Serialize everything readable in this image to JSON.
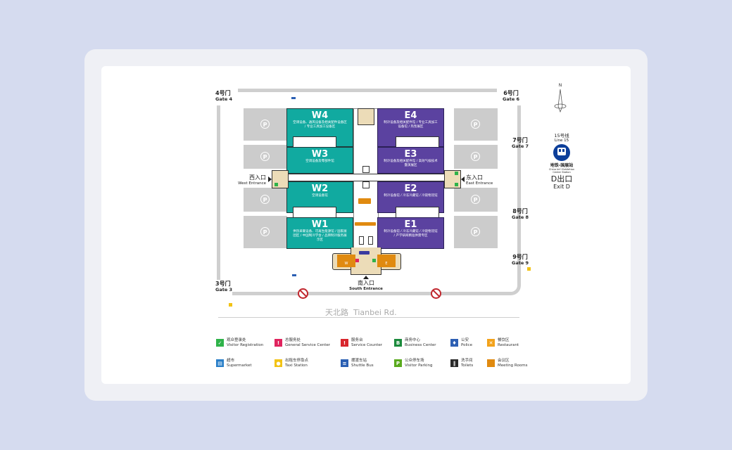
{
  "map": {
    "halls": [
      {
        "id": "W4",
        "name": "W4",
        "desc_cn": "空调设备、通风设备及相关配件设备区 / 专业工具加工设备区",
        "side": "west"
      },
      {
        "id": "W3",
        "name": "W3",
        "desc_cn": "空调设备及零部件馆",
        "side": "west"
      },
      {
        "id": "W2",
        "name": "W2",
        "desc_cn": "空调设备馆",
        "side": "west"
      },
      {
        "id": "W1",
        "name": "W1",
        "desc_cn": "供热采暖设备、可再生能源馆 / 国家展团区 / 中国制冷学会 / 品牌制冷服务展示区",
        "side": "west"
      },
      {
        "id": "E4",
        "name": "E4",
        "desc_cn": "制冷设备及相关配件馆 / 专业工具加工设备馆 / 热泵展区",
        "side": "east"
      },
      {
        "id": "E3",
        "name": "E3",
        "desc_cn": "制冷设备及相关配件馆 / 高效气候技术暨演展区",
        "side": "east"
      },
      {
        "id": "E2",
        "name": "E2",
        "desc_cn": "制冷设备馆 / 冷冻冷藏馆 / 冷链物流馆",
        "side": "east"
      },
      {
        "id": "E1",
        "name": "E1",
        "desc_cn": "制冷设备馆 / 冷冻冷藏馆 / 冷链物流馆 / 产学研商精准供需专区",
        "side": "east"
      }
    ],
    "gates": [
      {
        "id": "gate4",
        "cn": "4号门",
        "en": "Gate 4"
      },
      {
        "id": "gate6",
        "cn": "6号门",
        "en": "Gate 6"
      },
      {
        "id": "gate7",
        "cn": "7号门",
        "en": "Gate 7"
      },
      {
        "id": "gate8",
        "cn": "8号门",
        "en": "Gate 8"
      },
      {
        "id": "gate9",
        "cn": "9号门",
        "en": "Gate 9"
      },
      {
        "id": "gate3",
        "cn": "3号门",
        "en": "Gate 3"
      }
    ],
    "entrances": {
      "west": {
        "cn": "西入口",
        "en": "West Entrance"
      },
      "east": {
        "cn": "东入口",
        "en": "East Entrance"
      },
      "south": {
        "cn": "南入口",
        "en": "South Entrance"
      }
    },
    "south_hall_labels": {
      "w": "W",
      "e": "E"
    },
    "parking_symbol": "P",
    "road_name": "天北路  Tianbei Rd.",
    "compass": "N",
    "subway": {
      "line_cn": "15号线",
      "line_en": "Line 15",
      "station_cn": "地铁-国展站",
      "station_en": "China Int'l Exhibition Center Station",
      "exit_cn": "D出口",
      "exit_en": "Exit D",
      "color": "#0d3f9a"
    },
    "colors": {
      "west_halls": "#11aaa0",
      "east_halls": "#5b42a0",
      "entrance": "#ecdcb8",
      "parking": "#cccccc",
      "road": "#cfcfcf"
    }
  },
  "legend": [
    {
      "icon": "visitor-registration-icon",
      "cn": "观众登录处",
      "en": "Visitor Registration",
      "color": "#2fb34a"
    },
    {
      "icon": "general-service-center-icon",
      "cn": "总服务处",
      "en": "General Service Center",
      "color": "#e0245e"
    },
    {
      "icon": "service-counter-icon",
      "cn": "服务台",
      "en": "Service Counter",
      "color": "#d8262d"
    },
    {
      "icon": "business-center-icon",
      "cn": "商务中心",
      "en": "Business Center",
      "color": "#1b8a3c"
    },
    {
      "icon": "police-icon",
      "cn": "公安",
      "en": "Police",
      "color": "#2d5fb3"
    },
    {
      "icon": "restaurant-icon",
      "cn": "餐饮区",
      "en": "Restaurant",
      "color": "#f2a21b"
    },
    {
      "icon": "supermarket-icon",
      "cn": "超市",
      "en": "Supermarket",
      "color": "#2a7fc8"
    },
    {
      "icon": "taxi-station-icon",
      "cn": "出租车停靠点",
      "en": "Taxi Station",
      "color": "#f2c316"
    },
    {
      "icon": "shuttle-bus-icon",
      "cn": "摆渡车站",
      "en": "Shuttle Bus",
      "color": "#2a5fb3"
    },
    {
      "icon": "visitor-parking-icon",
      "cn": "公众停车场",
      "en": "Visitor Parking",
      "color": "#5aaa1e"
    },
    {
      "icon": "toilets-icon",
      "cn": "洗手间",
      "en": "Toilets",
      "color": "#2a2a2a"
    },
    {
      "icon": "meeting-rooms-icon",
      "cn": "会议区",
      "en": "Meeting Rooms",
      "color": "#e08a10"
    }
  ]
}
